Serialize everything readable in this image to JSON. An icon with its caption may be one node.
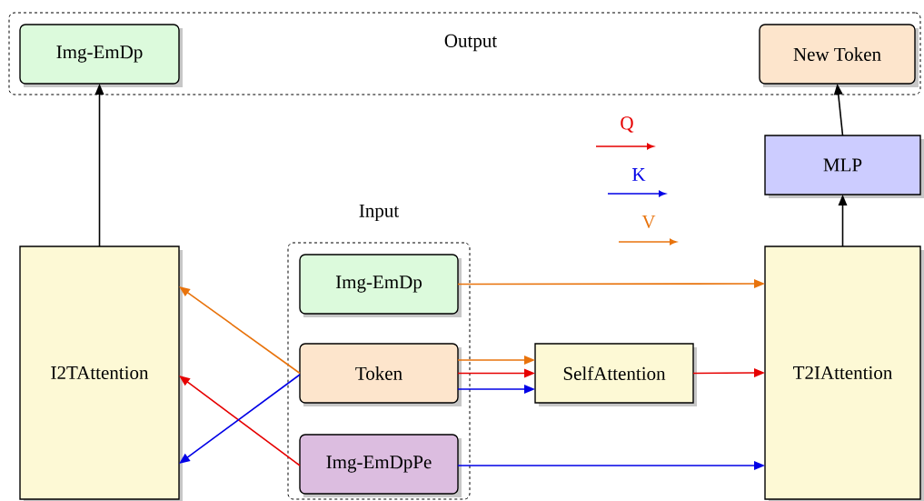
{
  "diagram": {
    "nodes": [
      {
        "text": [
          "Output"
        ]
      },
      {
        "text": [
          "Img-EmDp"
        ],
        "in": 0
      },
      {
        "text": [
          "New Token"
        ],
        "in": 0
      },
      {
        "text": [
          "Input"
        ]
      },
      {
        "text": [
          "Img-EmDp"
        ],
        "in": 3
      },
      {
        "text": [
          "Token"
        ],
        "in": 3
      },
      {
        "text": [
          "Img-EmDpPe"
        ],
        "in": 3
      },
      {
        "text": [
          "I2TAttention"
        ]
      },
      {
        "text": [
          "SelfAttention"
        ]
      },
      {
        "text": [
          "T2IAttention"
        ]
      },
      {
        "text": [
          "MLP"
        ]
      }
    ],
    "edges": [
      {
        "from": 7,
        "to": 1,
        "arrow": "to"
      },
      {
        "from": 5,
        "to": 7,
        "arrow": "to",
        "color": "#e8730c"
      },
      {
        "from": 6,
        "to": 7,
        "arrow": "to",
        "color": "#e60000"
      },
      {
        "from": 5,
        "to": 7,
        "arrow": "to",
        "color": "#0000e6"
      },
      {
        "from": 4,
        "to": 9,
        "arrow": "to",
        "color": "#e8730c"
      },
      {
        "from": 5,
        "to": 8,
        "arrow": "to",
        "color": "#e8730c"
      },
      {
        "from": 5,
        "to": 8,
        "arrow": "to",
        "color": "#e60000"
      },
      {
        "from": 5,
        "to": 8,
        "arrow": "to",
        "color": "#0000e6"
      },
      {
        "from": 8,
        "to": 9,
        "arrow": "to",
        "color": "#e60000"
      },
      {
        "from": 6,
        "to": 9,
        "arrow": "to",
        "color": "#0000e6"
      },
      {
        "from": 9,
        "to": 10,
        "arrow": "to"
      },
      {
        "from": 10,
        "to": 2,
        "arrow": "to"
      }
    ],
    "legend": [
      {
        "text": "Q"
      },
      {
        "text": "K"
      },
      {
        "text": "V"
      }
    ]
  }
}
